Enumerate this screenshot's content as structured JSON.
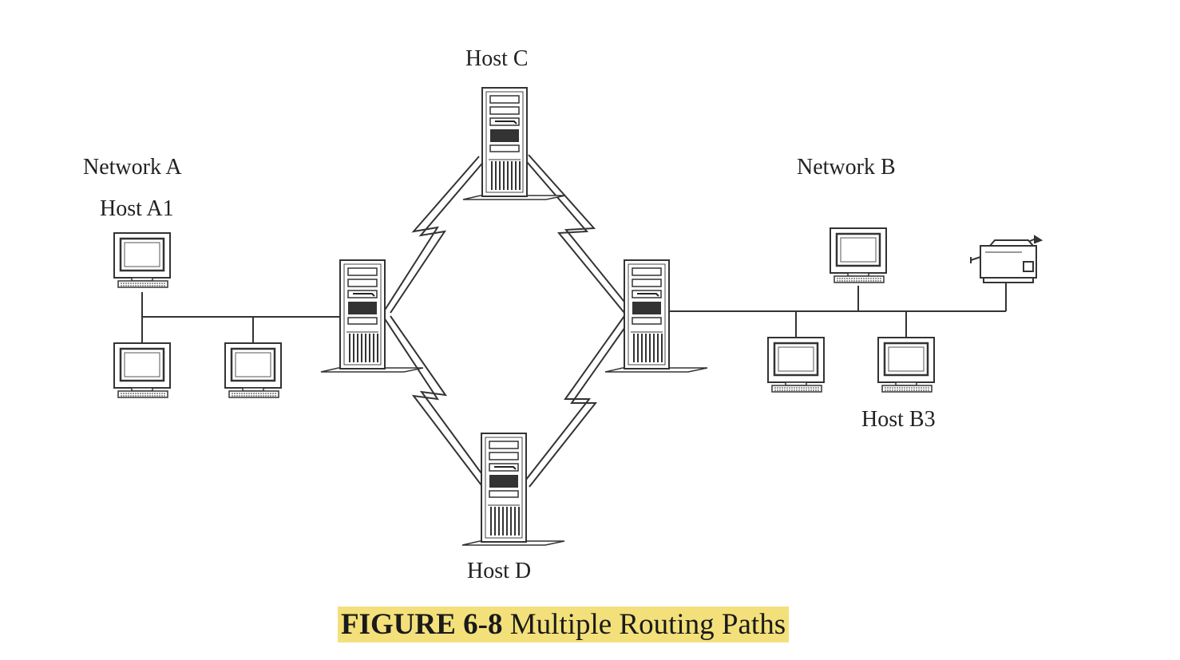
{
  "labels": {
    "network_a": "Network A",
    "host_a1": "Host A1",
    "host_c": "Host C",
    "host_d": "Host D",
    "network_b": "Network B",
    "host_b3": "Host B3"
  },
  "caption": {
    "figure_number": "FIGURE 6-8",
    "title": "Multiple Routing Paths"
  },
  "colors": {
    "line": "#333333",
    "caption_highlight": "#f3e07a"
  }
}
